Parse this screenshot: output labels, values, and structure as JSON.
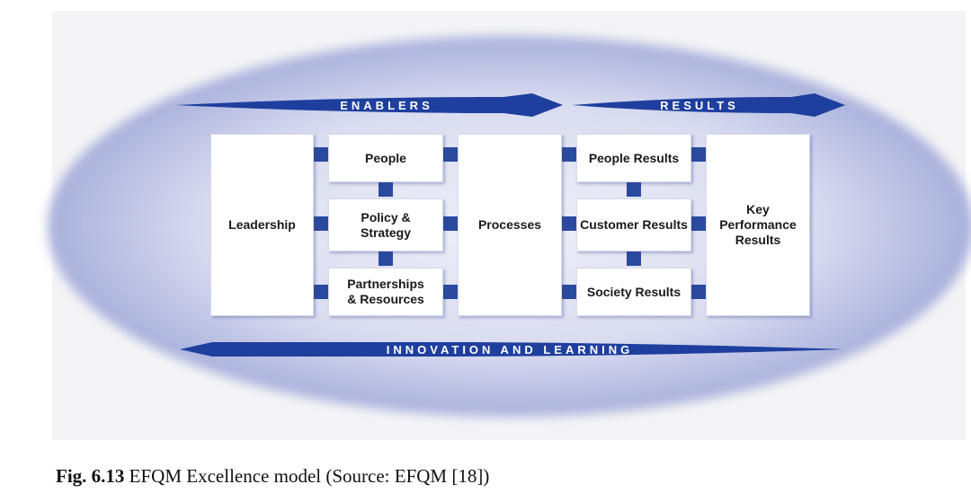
{
  "labels": {
    "enablers": "ENABLERS",
    "results": "RESULTS",
    "innovation": "INNOVATION AND LEARNING"
  },
  "boxes": {
    "leadership": "Leadership",
    "people": "People",
    "policy": "Policy &\nStrategy",
    "partnerships": "Partnerships\n& Resources",
    "processes": "Processes",
    "people_results": "People Results",
    "customer_results": "Customer Results",
    "society_results": "Society Results",
    "key_results": "Key\nPerformance\nResults"
  },
  "caption": {
    "figure": "Fig. 6.13",
    "text": " EFQM Excellence model (Source: EFQM [18])"
  },
  "colors": {
    "arrow": "#1e3f9e",
    "connector": "#2a4aa0",
    "ellipse_center": "#e9eaf6",
    "ellipse_edge": "#a9b0dc",
    "arrow_text": "#ffffff"
  }
}
